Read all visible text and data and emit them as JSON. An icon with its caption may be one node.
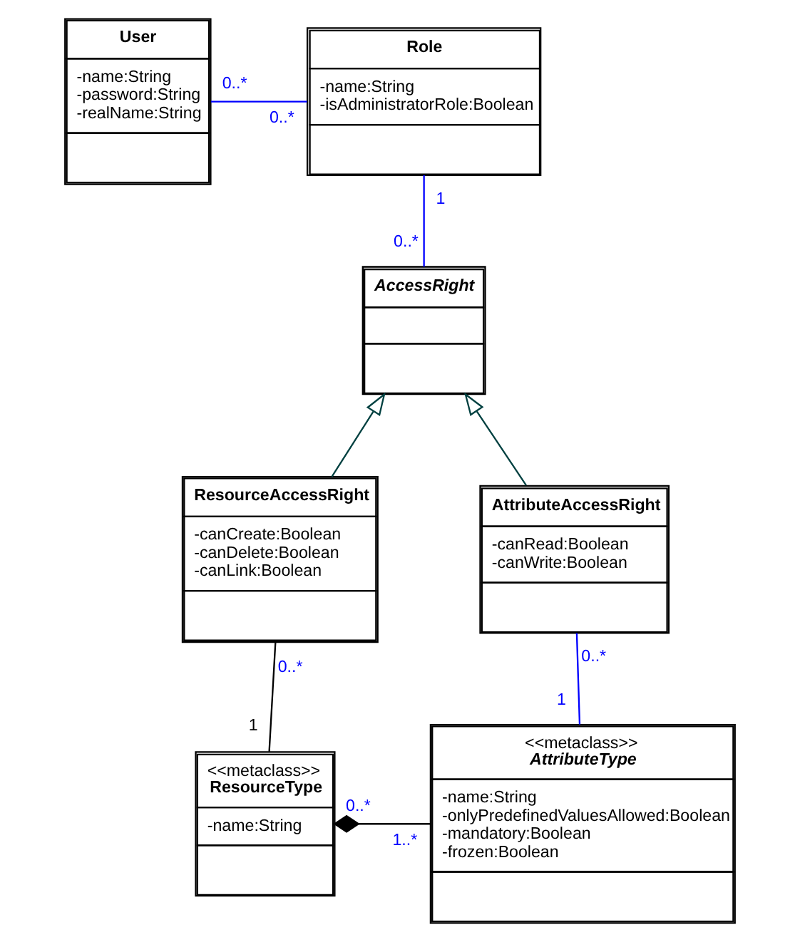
{
  "diagram": {
    "nodes": [
      {
        "text": [
          "User",
          "-name:String",
          "-password:String",
          "-realName:String"
        ]
      },
      {
        "text": [
          "Role",
          "-name:String",
          "-isAdministratorRole:Boolean"
        ]
      },
      {
        "text": [
          "AccessRight"
        ]
      },
      {
        "text": [
          "ResourceAccessRight",
          "-canCreate:Boolean",
          "-canDelete:Boolean",
          "-canLink:Boolean"
        ]
      },
      {
        "text": [
          "AttributeAccessRight",
          "-canRead:Boolean",
          "-canWrite:Boolean"
        ]
      },
      {
        "text": [
          "<<metaclass>>",
          "ResourceType",
          "-name:String"
        ]
      },
      {
        "text": [
          "<<metaclass>>",
          "AttributeType",
          "-name:String",
          "-onlyPredefinedValuesAllowed:Boolean",
          "-mandatory:Boolean",
          "-frozen:Boolean"
        ]
      }
    ],
    "edges": [
      {
        "from": 0,
        "to": 1,
        "arrow": "none",
        "color": "#0000ff"
      },
      {
        "from": 1,
        "to": 2,
        "arrow": "none",
        "color": "#0000ff"
      },
      {
        "from": 3,
        "to": 2,
        "arrow": "to",
        "color": "#004040"
      },
      {
        "from": 4,
        "to": 2,
        "arrow": "to",
        "color": "#004040"
      },
      {
        "from": 3,
        "to": 5,
        "arrow": "none",
        "color": "#000000"
      },
      {
        "from": 4,
        "to": 6,
        "arrow": "none",
        "color": "#0000ff"
      },
      {
        "from": 5,
        "to": 6,
        "arrow": "other",
        "color": "#000000"
      }
    ],
    "labels": [
      "0..*",
      "0..*",
      "1",
      "0..*",
      "0..*",
      "0..*",
      "1",
      "1",
      "0..*",
      "1..*"
    ]
  }
}
